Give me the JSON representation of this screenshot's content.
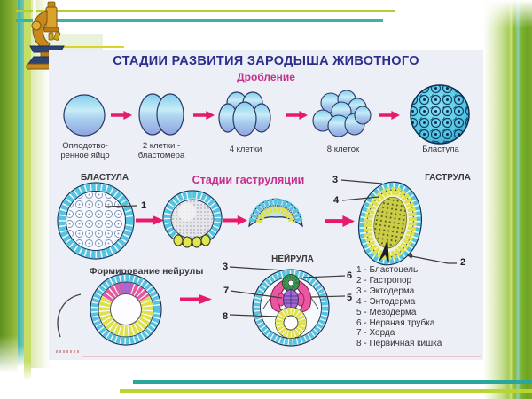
{
  "palette": {
    "title_color": "#2b2e8c",
    "accent_magenta": "#c62f8c",
    "arrow_pink": "#e8196b",
    "frame_green": "#76a525",
    "frame_teal": "#3fb0a6",
    "frame_lime": "#b6cc33",
    "cell_blue": "#55c0d8",
    "cell_yellow": "#dfe14a",
    "cell_pink": "#e8579f",
    "cell_purple": "#9f6ad2",
    "cell_green": "#49a85e"
  },
  "slide": {
    "title": "СТАДИИ РАЗВИТИЯ ЗАРОДЫША ЖИВОТНОГО",
    "cleavage": {
      "heading": "Дробление",
      "stages": [
        {
          "line1": "Оплодотво-",
          "line2": "ренное яйцо"
        },
        {
          "line1": "2 клетки -",
          "line2": "бластомера"
        },
        {
          "line1": "4 клетки",
          "line2": ""
        },
        {
          "line1": "8 клеток",
          "line2": ""
        },
        {
          "line1": "Бластула",
          "line2": ""
        }
      ]
    },
    "gastrulation": {
      "heading": "Стадии гаструляции",
      "start_label": "БЛАСТУЛА",
      "end_label": "ГАСТРУЛА"
    },
    "neurulation": {
      "heading": "Формирование нейрулы",
      "result_label": "НЕЙРУЛА"
    },
    "callouts": {
      "blastocoel": "1",
      "gastropore": "2",
      "ectoderm": "3",
      "endoderm": "4",
      "mesoderm": "5",
      "neural_tube": "6",
      "chord": "7",
      "primary_gut": "8"
    },
    "legend": {
      "items": [
        "1 - Бластоцель",
        "2 - Гастропор",
        "3 - Эктодерма",
        "4 - Энтодерма",
        "5 - Мезодерма",
        "6 - Нервная трубка",
        "7 - Хорда",
        "8 - Первичная кишка"
      ]
    }
  }
}
